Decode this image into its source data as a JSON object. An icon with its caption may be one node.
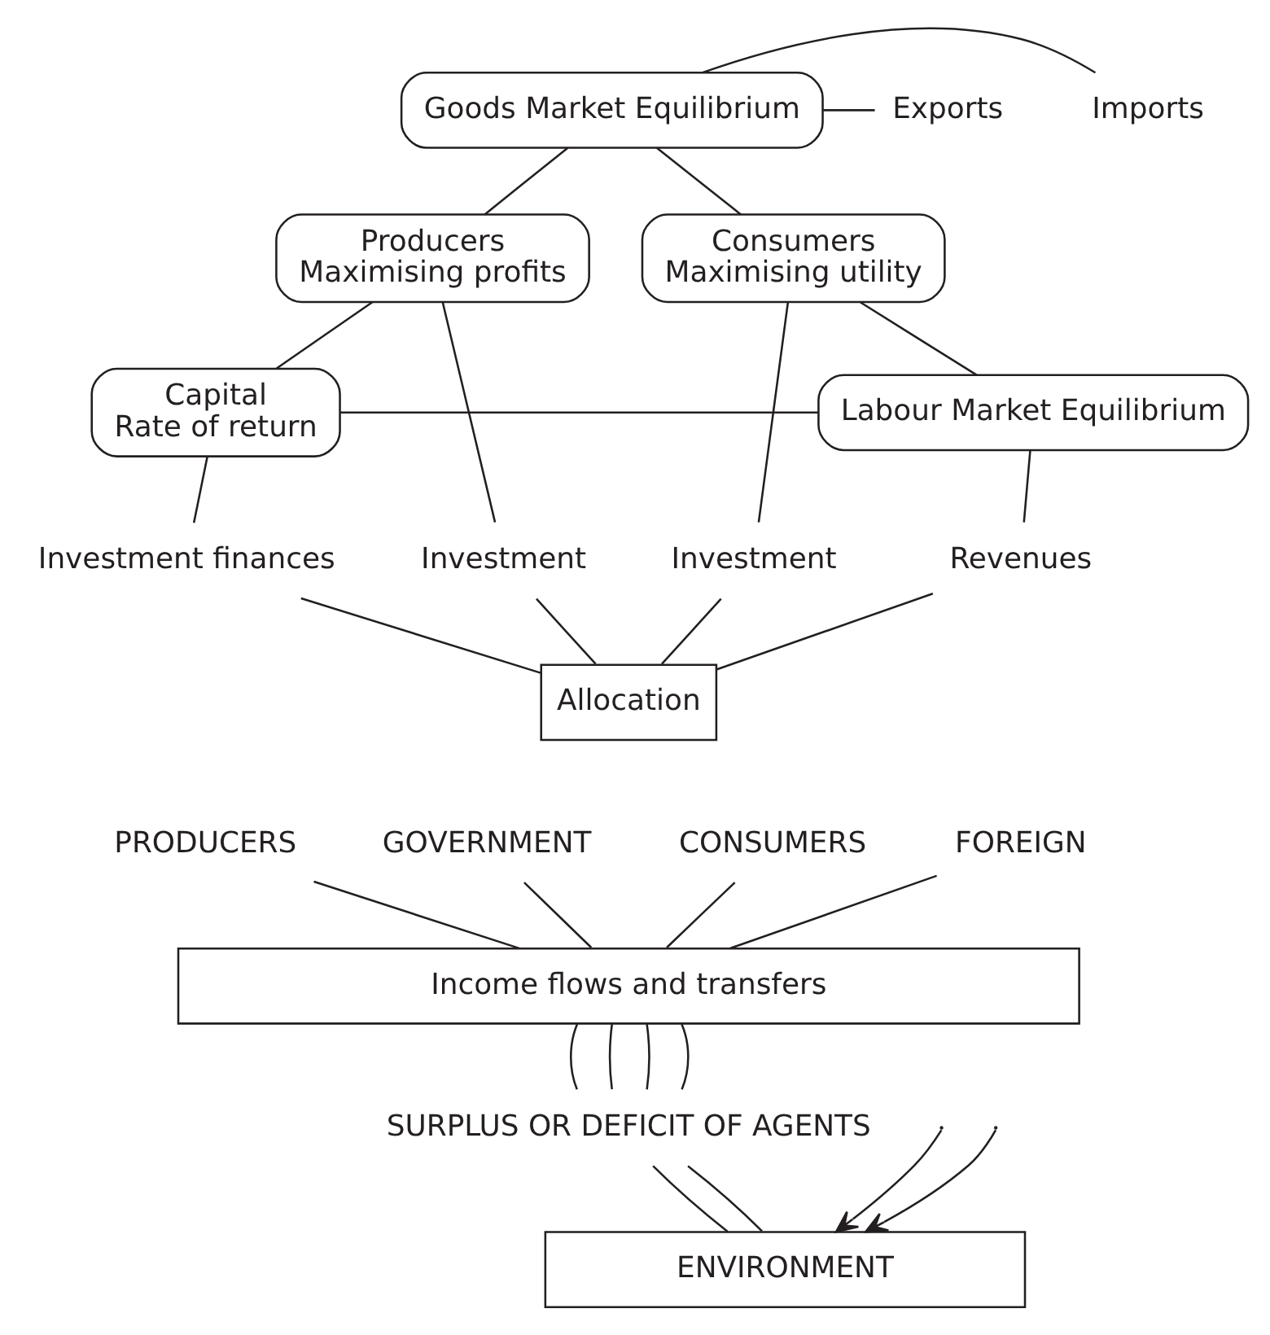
{
  "diagram": {
    "nodes": [
      {
        "text": [
          "Goods Market Equilibrium"
        ]
      },
      {
        "text": [
          "Imports"
        ]
      },
      {
        "text": [
          "Exports"
        ]
      },
      {
        "text": [
          "Producers",
          "Maximising profits"
        ]
      },
      {
        "text": [
          "Consumers",
          "Maximising utility"
        ]
      },
      {
        "text": [
          "Labour Market Equilibrium"
        ]
      },
      {
        "text": [
          "Capital",
          "Rate of return"
        ]
      },
      {
        "text": [
          "Investment"
        ]
      },
      {
        "text": [
          "Investment finances"
        ]
      },
      {
        "text": [
          "Revenues"
        ]
      },
      {
        "text": [
          "Investment"
        ]
      },
      {
        "text": [
          "Allocation"
        ]
      },
      {
        "text": [
          "PRODUCERS"
        ]
      },
      {
        "text": [
          "GOVERNMENT"
        ]
      },
      {
        "text": [
          "CONSUMERS"
        ]
      },
      {
        "text": [
          "FOREIGN"
        ]
      },
      {
        "text": [
          "Income flows and transfers"
        ]
      },
      {
        "text": [
          "SURPLUS OR DEFICIT OF AGENTS"
        ]
      },
      {
        "text": [
          "ENVIRONMENT"
        ]
      }
    ],
    "edges": [
      {
        "from": 1,
        "to": 0,
        "arrow": "none"
      },
      {
        "from": 0,
        "to": 2,
        "arrow": "none"
      },
      {
        "from": 0,
        "to": 3,
        "arrow": "none"
      },
      {
        "from": 0,
        "to": 4,
        "arrow": "none"
      },
      {
        "from": 3,
        "to": 6,
        "arrow": "none"
      },
      {
        "from": 6,
        "to": 5,
        "arrow": "none"
      },
      {
        "from": 5,
        "to": 4,
        "arrow": "none"
      },
      {
        "from": 3,
        "to": 7,
        "arrow": "none"
      },
      {
        "from": 6,
        "to": 8,
        "arrow": "none"
      },
      {
        "from": 5,
        "to": 9,
        "arrow": "none"
      },
      {
        "from": 4,
        "to": 10,
        "arrow": "none"
      },
      {
        "from": 7,
        "to": 11,
        "arrow": "none"
      },
      {
        "from": 8,
        "to": 11,
        "arrow": "none"
      },
      {
        "from": 9,
        "to": 11,
        "arrow": "none"
      },
      {
        "from": 10,
        "to": 11,
        "arrow": "none"
      },
      {
        "from": 12,
        "to": 16,
        "arrow": "none"
      },
      {
        "from": 13,
        "to": 16,
        "arrow": "none"
      },
      {
        "from": 14,
        "to": 16,
        "arrow": "none"
      },
      {
        "from": 15,
        "to": 16,
        "arrow": "none"
      },
      {
        "from": 16,
        "to": 17,
        "arrow": "none"
      },
      {
        "from": 16,
        "to": 17,
        "arrow": "none"
      },
      {
        "from": 16,
        "to": 17,
        "arrow": "none"
      },
      {
        "from": 16,
        "to": 17,
        "arrow": "none"
      },
      {
        "from": 17,
        "to": 18,
        "arrow": "none"
      },
      {
        "from": 17,
        "to": 18,
        "arrow": "none"
      },
      {
        "from": null,
        "to": 18,
        "arrow": "to"
      },
      {
        "from": null,
        "to": 18,
        "arrow": "to"
      }
    ]
  }
}
